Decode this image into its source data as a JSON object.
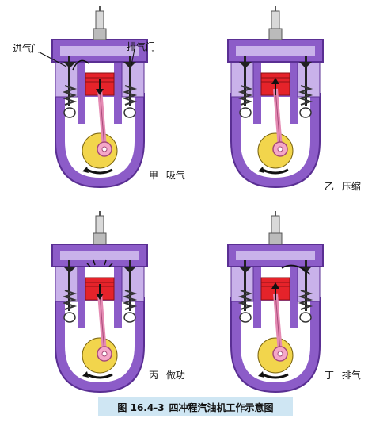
{
  "labels": {
    "intake_valve": "进气门",
    "exhaust_valve": "排气门"
  },
  "strokes": [
    {
      "letter": "甲",
      "name": "吸气"
    },
    {
      "letter": "乙",
      "name": "压缩"
    },
    {
      "letter": "丙",
      "name": "做功"
    },
    {
      "letter": "丁",
      "name": "排气"
    }
  ],
  "caption": {
    "number": "图 16.4-3",
    "title": "四冲程汽油机工作示意图"
  },
  "colors": {
    "casing": "#8c5cc8",
    "casing_dark": "#6a3fa8",
    "casing_light": "#c9b2ea",
    "piston": "#e5232a",
    "rod": "#e58ab3",
    "crank": "#f2d54c",
    "plug": "#d9d9d9",
    "valve": "#222222",
    "caption_bg": "#cfe6f3"
  }
}
